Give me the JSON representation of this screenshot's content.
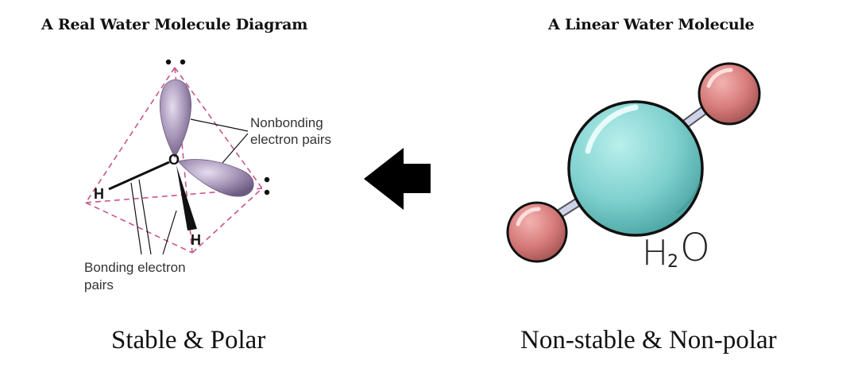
{
  "left_panel": {
    "title": "A Real Water Molecule Diagram",
    "caption": "Stable & Polar",
    "labels": {
      "nonbonding_line1": "Nonbonding",
      "nonbonding_line2": "electron pairs",
      "bonding_line1": "Bonding electron",
      "bonding_line2": "pairs"
    },
    "atoms": {
      "oxygen": "O",
      "hydrogen_left": "H",
      "hydrogen_bottom": "H"
    }
  },
  "right_panel": {
    "title": "A Linear Water Molecule",
    "caption": "Non-stable & Non-polar",
    "formula_main": "H",
    "formula_sub": "2",
    "formula_tail": "O"
  },
  "colors": {
    "tetrahedron": "#c9558c",
    "lobe": "#9a8aa8",
    "oxygen_sphere": "#7fd1cf",
    "hydrogen_sphere": "#d77b7b",
    "arrow": "#000000"
  },
  "icons": {
    "arrow": "left-arrow-icon"
  }
}
